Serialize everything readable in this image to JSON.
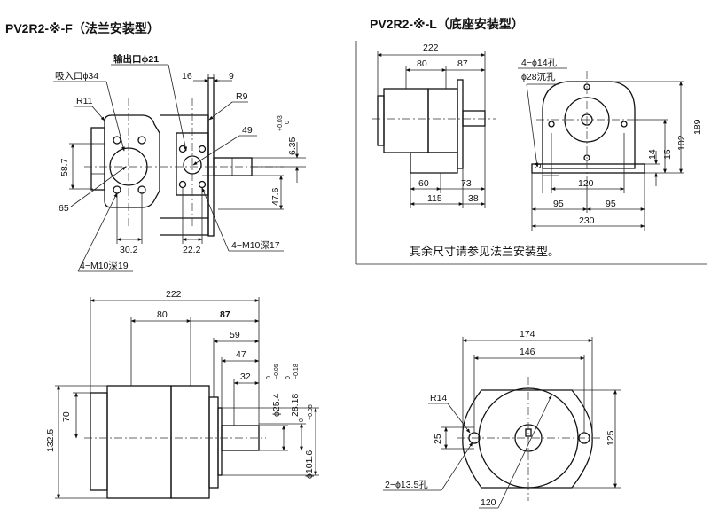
{
  "titles": {
    "flange": "PV2R2-※-F（法兰安装型）",
    "foot": "PV2R2-※-L（底座安装型）"
  },
  "flange_view": {
    "outlet": "输出口ϕ21",
    "inlet": "吸入口ϕ34",
    "r11": "R11",
    "d58_7": "58.7",
    "d65": "65",
    "d30_2": "30.2",
    "m10_19": "4−M10深19",
    "d16": "16",
    "d9": "9",
    "r9": "R9",
    "d49": "49",
    "d6_35": "6.35",
    "tol_6_35": "+0.03",
    "tol_6_35_low": "0",
    "d47_6": "47.6",
    "d22_2": "22.2",
    "m10_17": "4−M10深17"
  },
  "foot_view": {
    "d222": "222",
    "d80": "80",
    "d87": "87",
    "holes": "4−ϕ14孔",
    "counterbore": "ϕ28沉孔",
    "d189": "189",
    "d102": "102",
    "d15": "15",
    "d14": "14",
    "d3": "3",
    "d60": "60",
    "d73": "73",
    "d115": "115",
    "d38": "38",
    "d120": "120",
    "d95a": "95",
    "d95b": "95",
    "d230": "230",
    "note": "其余尺寸请参见法兰安装型。"
  },
  "side_view": {
    "d222": "222",
    "d80": "80",
    "d87": "87",
    "d59": "59",
    "d47": "47",
    "d32": "32",
    "d70": "70",
    "d132_5": "132.5",
    "d25_4": "ϕ25.4",
    "tol_25_4": "0",
    "tol_25_4_low": "−0.05",
    "d28_18": "28.18",
    "tol_28_18": "0",
    "tol_28_18_low": "−0.18",
    "d101_6": "ϕ101.6",
    "tol_101_6": "0",
    "tol_101_6_low": "−0.05"
  },
  "front_view": {
    "d174": "174",
    "d146": "146",
    "r14": "R14",
    "d25": "25",
    "d125": "125",
    "holes": "2−ϕ13.5孔",
    "d120": "120"
  }
}
